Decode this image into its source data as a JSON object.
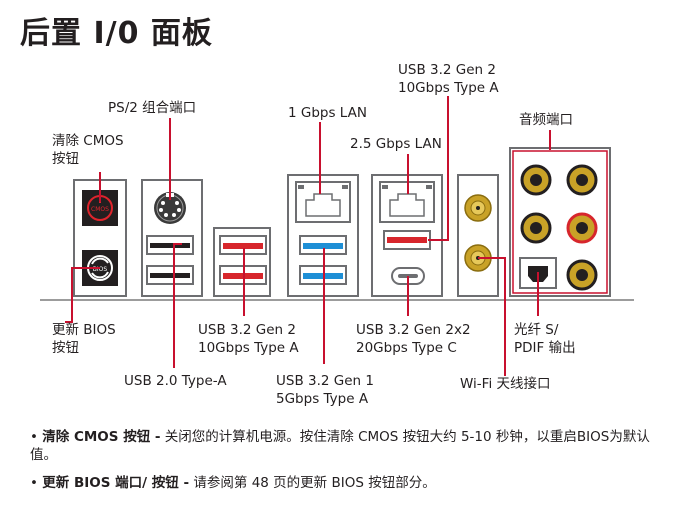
{
  "title": "后置 I/0 面板",
  "labels": {
    "clear_cmos": [
      "清除 CMOS",
      "按钮"
    ],
    "ps2": "PS/2 组合端口",
    "lan1g": "1 Gbps LAN",
    "usb_top": [
      "USB 3.2 Gen 2",
      "10Gbps Type A"
    ],
    "lan25": "2.5 Gbps LAN",
    "audio": "音频端口",
    "bios_flash": [
      "更新 BIOS",
      "按钮"
    ],
    "usb20": "USB 2.0 Type-A",
    "usb_gen2_a": [
      "USB 3.2 Gen 2",
      "10Gbps Type A"
    ],
    "usb_gen1": [
      "USB 3.2 Gen 1",
      "5Gbps Type A"
    ],
    "usb_gen2x2": [
      "USB 3.2 Gen 2x2",
      "20Gbps Type C"
    ],
    "optical": [
      "光纤 S/",
      "PDIF 输出"
    ],
    "wifi": "Wi-Fi 天线接口"
  },
  "button_text": {
    "cmos": "CMOS",
    "flash": "BIOS"
  },
  "notes": [
    {
      "bullet": "•",
      "term": "清除 CMOS 按钮 -",
      "text": " 关闭您的计算机电源。按住清除 CMOS 按钮大约 5-10 秒钟，以重启BIOS为默认值。"
    },
    {
      "bullet": "•",
      "term": "更新 BIOS 端口/ 按钮 -",
      "text": " 请参阅第 48 页的更新 BIOS 按钮部分。"
    }
  ],
  "colors": {
    "leader": "#c8102e",
    "usb_blue": "#1e8fd6",
    "usb_red": "#d7262c",
    "port_gray": "#6d6e71",
    "audio_gold": "#c9a227"
  }
}
